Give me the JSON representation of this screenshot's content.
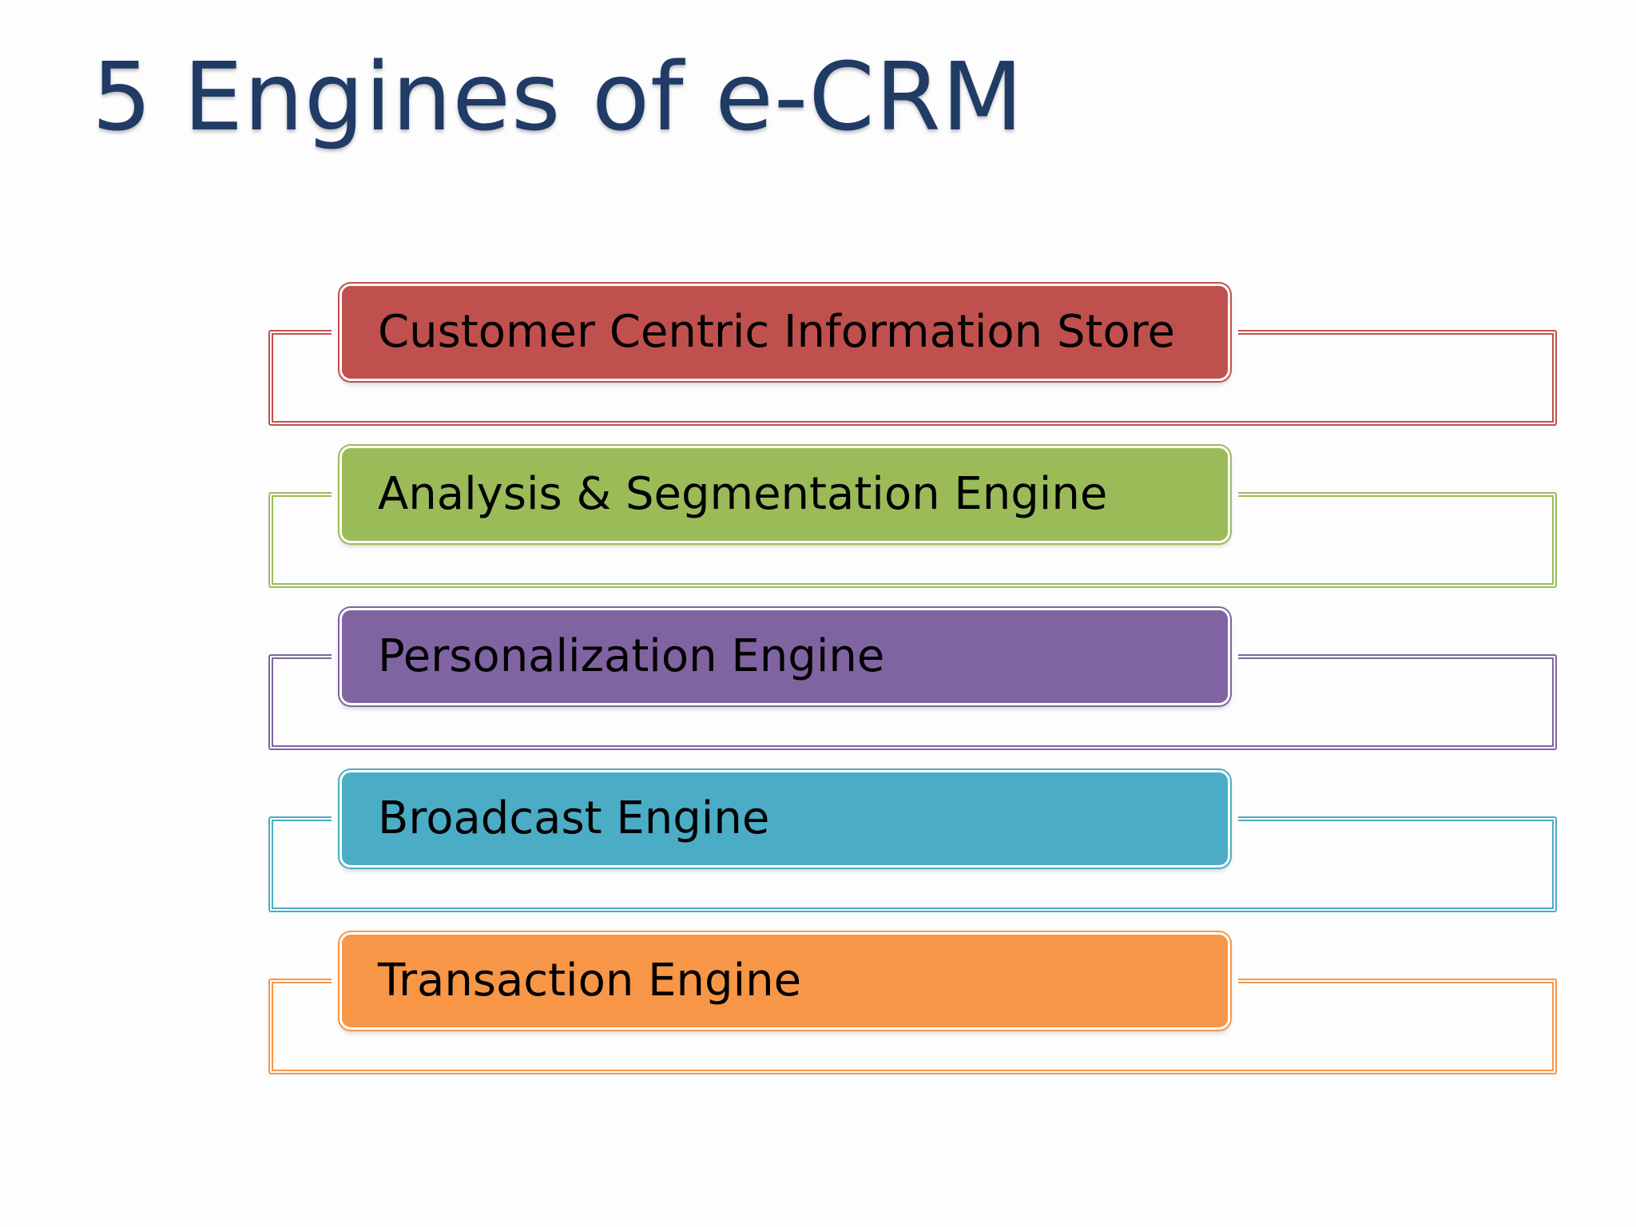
{
  "slide": {
    "title": "5 Engines of e-CRM"
  },
  "items": [
    {
      "label": "Customer Centric Information Store",
      "color": "#c0504d"
    },
    {
      "label": "Analysis & Segmentation Engine",
      "color": "#9bbb59"
    },
    {
      "label": "Personalization Engine",
      "color": "#8064a2"
    },
    {
      "label": "Broadcast Engine",
      "color": "#4bacc6"
    },
    {
      "label": "Transaction Engine",
      "color": "#f79646"
    }
  ]
}
